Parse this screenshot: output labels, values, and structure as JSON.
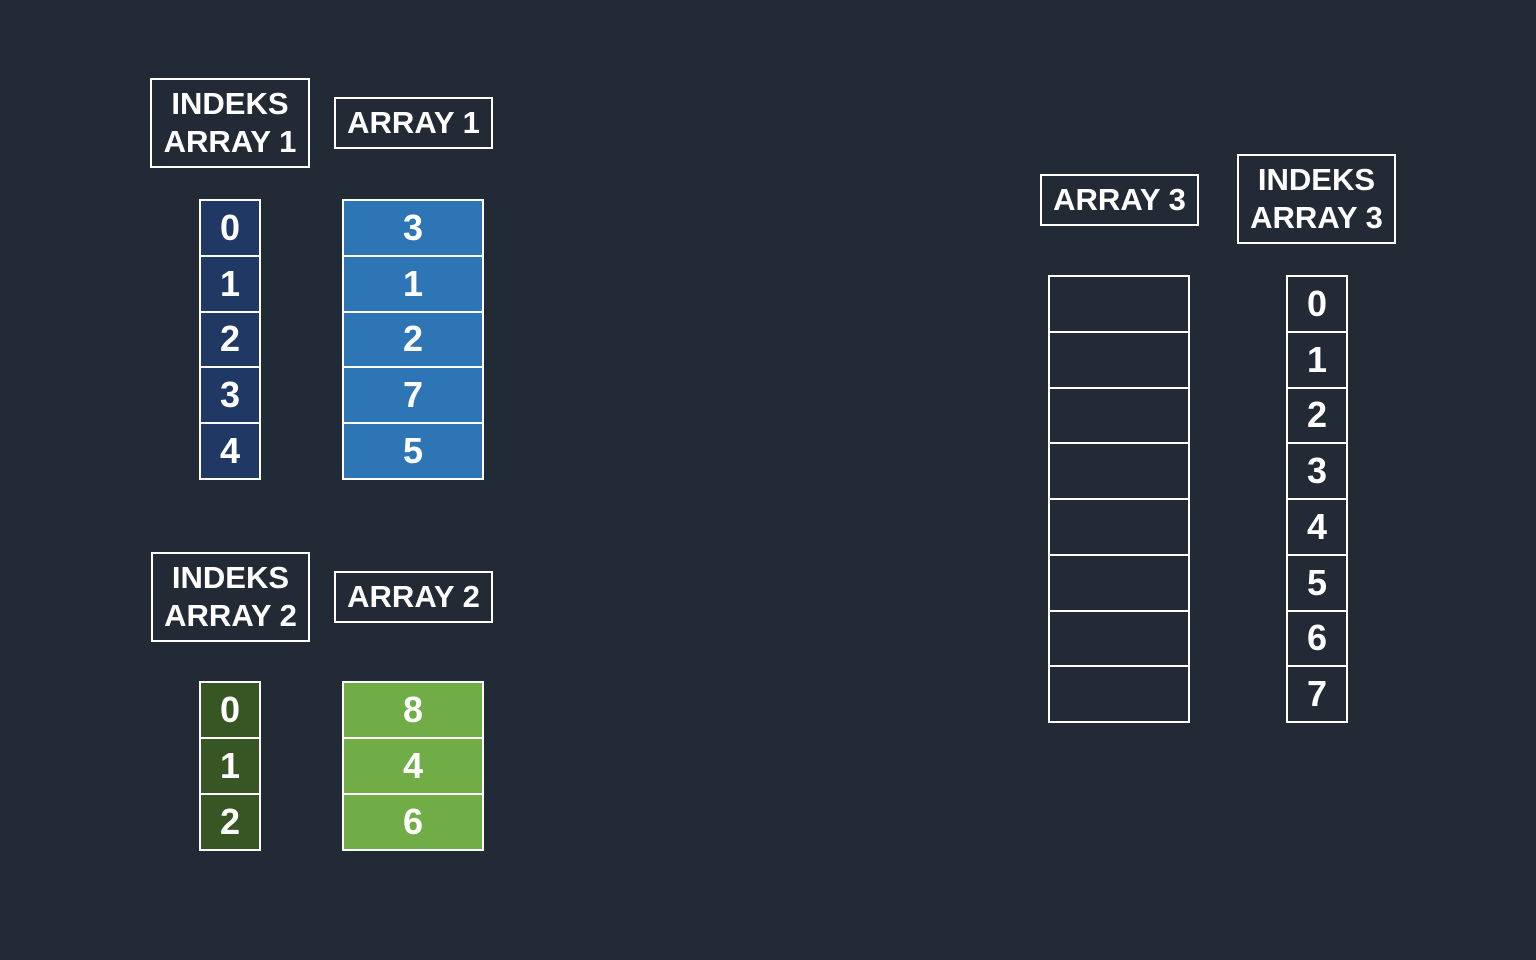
{
  "arrays": [
    {
      "id": "array1",
      "index_label": "INDEKS\nARRAY 1",
      "label": "ARRAY 1",
      "indices": [
        "0",
        "1",
        "2",
        "3",
        "4"
      ],
      "values": [
        "3",
        "1",
        "2",
        "7",
        "5"
      ],
      "index_color": "#1f3864",
      "value_color": "#2e75b6"
    },
    {
      "id": "array2",
      "index_label": "INDEKS\nARRAY 2",
      "label": "ARRAY 2",
      "indices": [
        "0",
        "1",
        "2"
      ],
      "values": [
        "8",
        "4",
        "6"
      ],
      "index_color": "#375623",
      "value_color": "#70ad47"
    },
    {
      "id": "array3",
      "index_label": "INDEKS\nARRAY 3",
      "label": "ARRAY 3",
      "indices": [
        "0",
        "1",
        "2",
        "3",
        "4",
        "5",
        "6",
        "7"
      ],
      "values": [
        "",
        "",
        "",
        "",
        "",
        "",
        "",
        ""
      ],
      "index_color": "#222a36",
      "value_color": "#222a36"
    }
  ],
  "colors": {
    "background": "#222a36",
    "border": "#ffffff",
    "text": "#ffffff"
  }
}
